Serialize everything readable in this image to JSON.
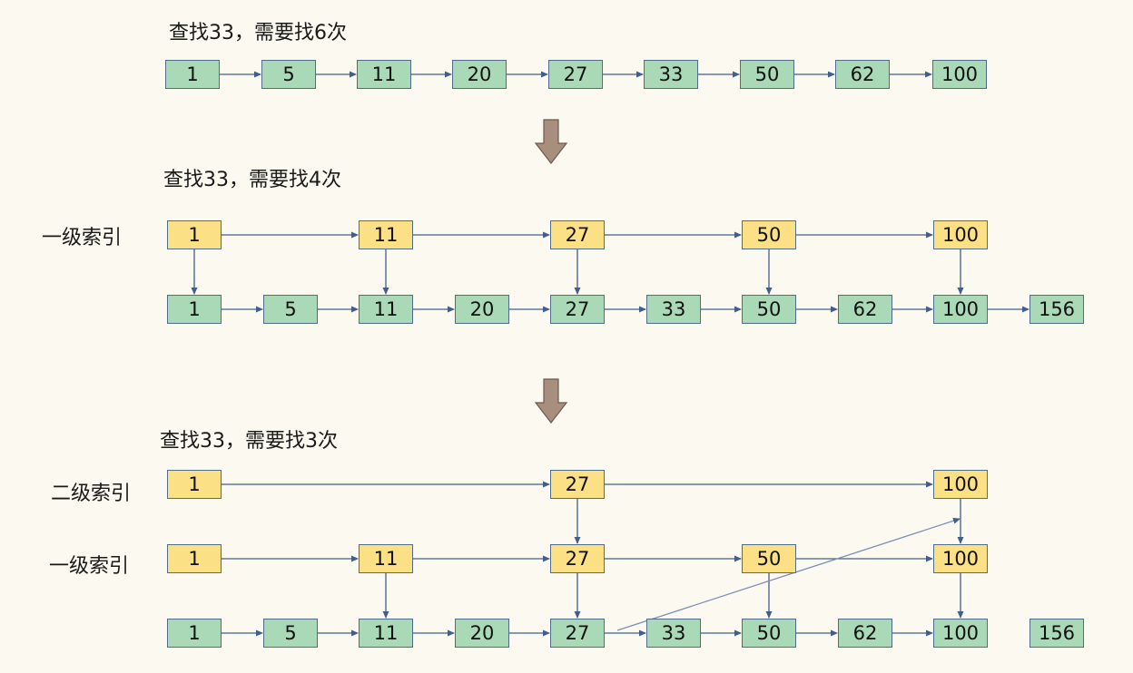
{
  "colors": {
    "background": "#fbf9f0",
    "base_node_fill": "#a9d9b6",
    "index_node_fill": "#fbe086",
    "node_border": "#4f6d8a",
    "link": "#3f5f8f",
    "transition_arrow_fill": "#a88e7c",
    "transition_arrow_stroke": "#6e5a4e"
  },
  "panels": [
    {
      "title": "查找33，需要找6次",
      "levels": [
        {
          "label": "",
          "kind": "base",
          "nodes": [
            "1",
            "5",
            "11",
            "20",
            "27",
            "33",
            "50",
            "62",
            "100"
          ]
        }
      ]
    },
    {
      "title": "查找33，需要找4次",
      "levels": [
        {
          "label": "一级索引",
          "kind": "index",
          "nodes": [
            "1",
            "11",
            "27",
            "50",
            "100"
          ]
        },
        {
          "label": "",
          "kind": "base",
          "nodes": [
            "1",
            "5",
            "11",
            "20",
            "27",
            "33",
            "50",
            "62",
            "100",
            "156"
          ]
        }
      ]
    },
    {
      "title": "查找33，需要找3次",
      "levels": [
        {
          "label": "二级索引",
          "kind": "index",
          "nodes": [
            "1",
            "27",
            "100"
          ]
        },
        {
          "label": "一级索引",
          "kind": "index",
          "nodes": [
            "1",
            "11",
            "27",
            "50",
            "100"
          ]
        },
        {
          "label": "",
          "kind": "base",
          "nodes": [
            "1",
            "5",
            "11",
            "20",
            "27",
            "33",
            "50",
            "62",
            "100",
            "156"
          ]
        }
      ]
    }
  ],
  "transition_arrow_icon": "down-arrow-icon"
}
